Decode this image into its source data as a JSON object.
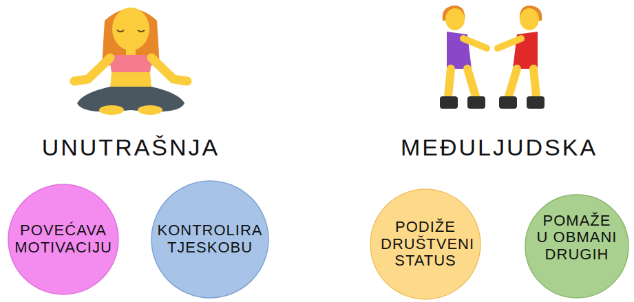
{
  "diagram": {
    "nodes": [
      {
        "text": [
          "POVEĆAVA MOTIVACIJU"
        ]
      },
      {
        "text": [
          "KONTROLIRA TJESKOBU"
        ]
      },
      {
        "text": [
          "PODIŽE DRUŠTVENI STATUS"
        ]
      },
      {
        "text": [
          "POMAŽE U OBMANI DRUGIH"
        ]
      }
    ],
    "labels": [
      "UNUTRAŠNJA",
      "MEĐULJUDSKA"
    ]
  }
}
